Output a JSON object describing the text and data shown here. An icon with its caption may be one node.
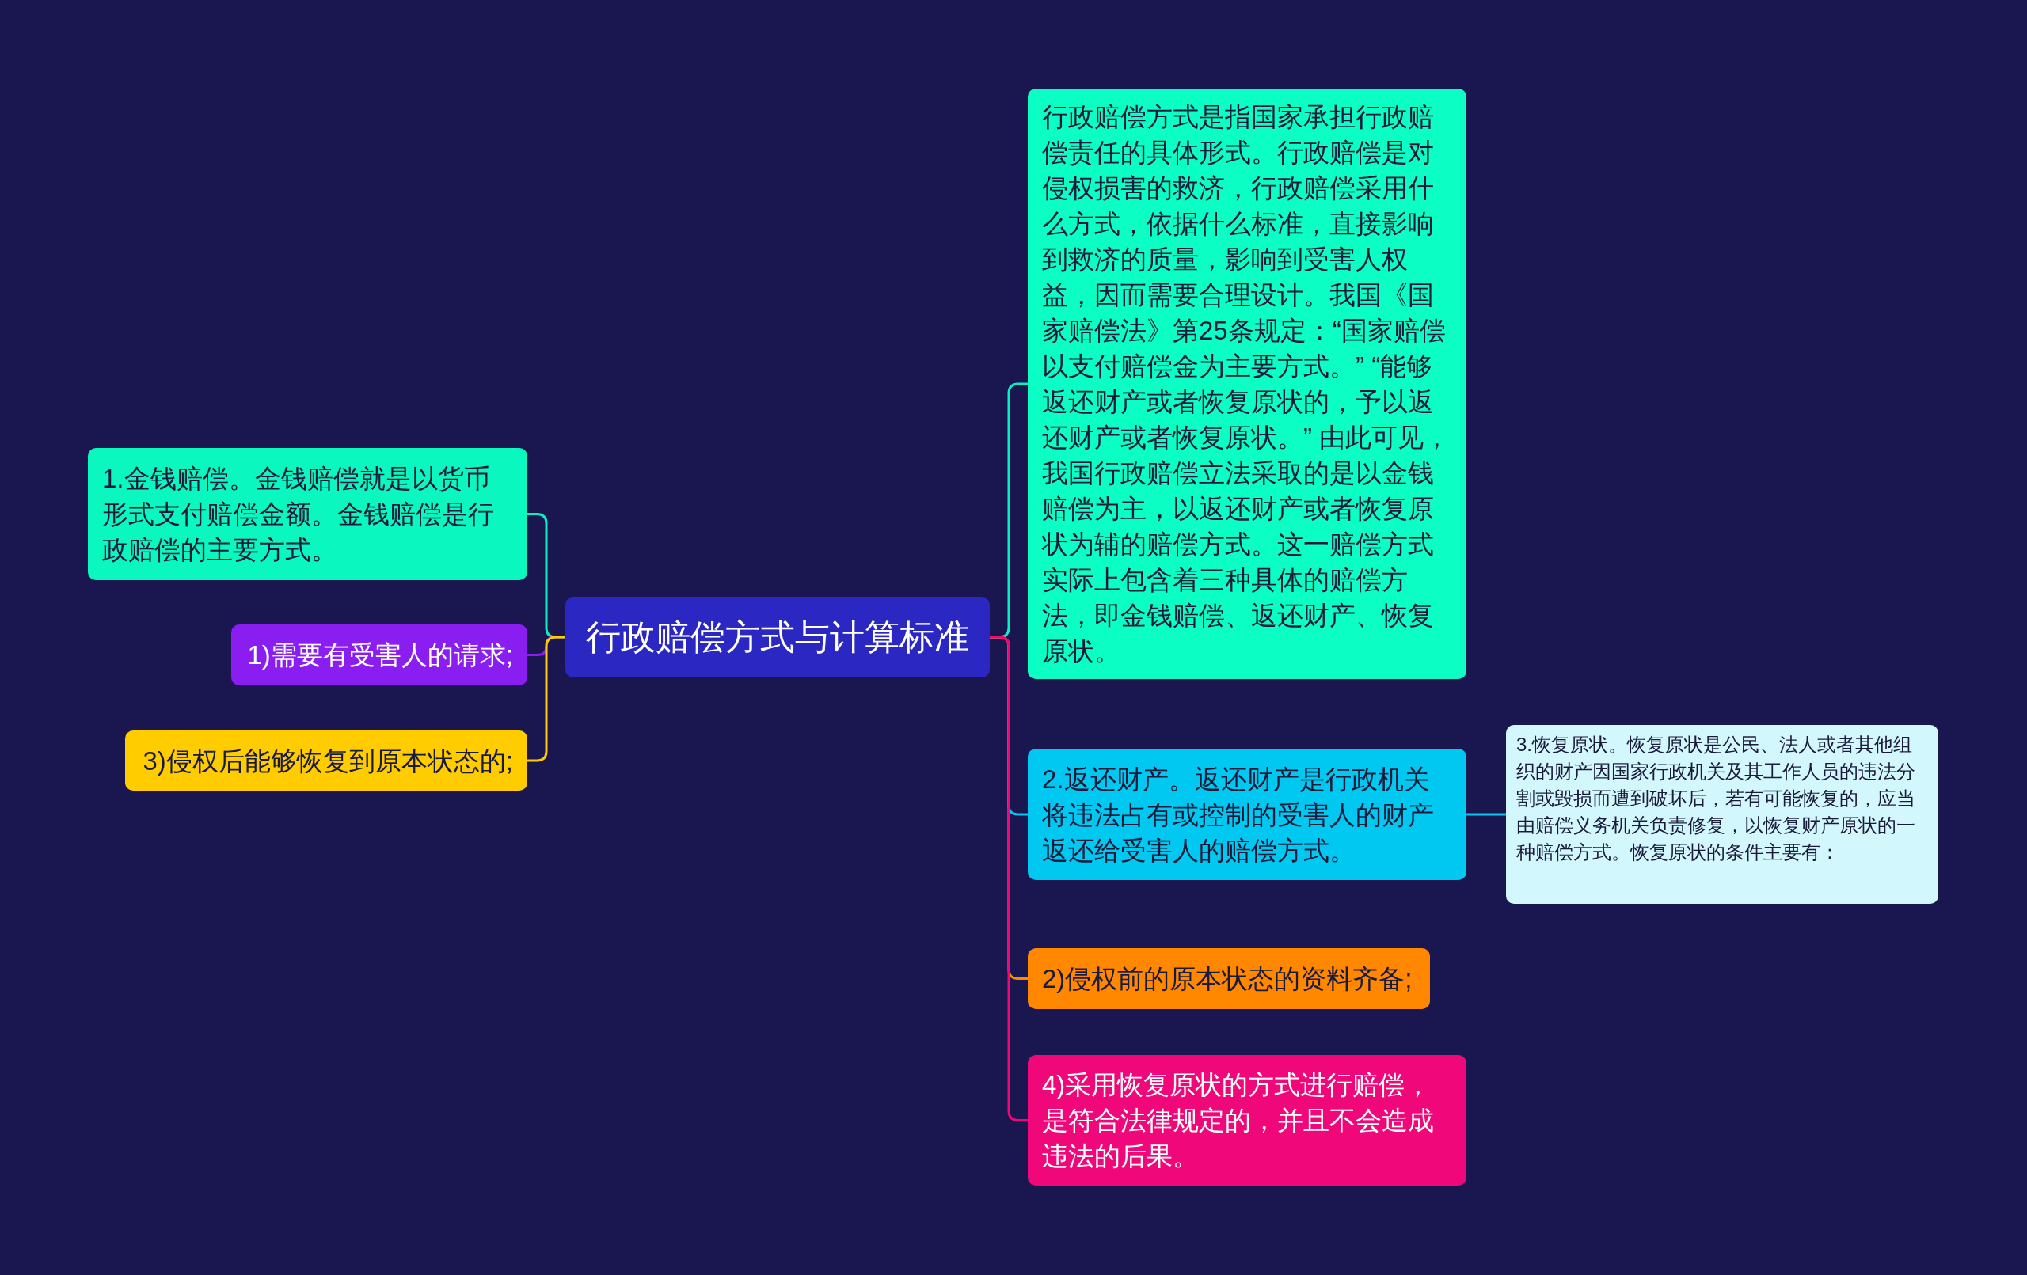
{
  "diagram": {
    "nodes": [
      {
        "text": [
          "行政赔偿方式与计算标准"
        ]
      },
      {
        "text": [
          "1.金钱赔偿。金钱赔偿就是以货币形式支付赔偿金额。金钱赔偿是行政赔偿的主要方式。"
        ]
      },
      {
        "text": [
          "1)需要有受害人的请求;"
        ]
      },
      {
        "text": [
          "3)侵权后能够恢复到原本状态的;"
        ]
      },
      {
        "text": [
          "行政赔偿方式是指国家承担行政赔偿责任的具体形式。行政赔偿是对侵权损害的救济，行政赔偿采用什么方式，依据什么标准，直接影响到救济的质量，影响到受害人权益，因而需要合理设计。我国《国家赔偿法》第25条规定：“国家赔偿以支付赔偿金为主要方式。” “能够返还财产或者恢复原状的，予以返还财产或者恢复原状。” 由此可见，我国行政赔偿立法采取的是以金钱赔偿为主，以返还财产或者恢复原状为辅的赔偿方式。这一赔偿方式实际上包含着三种具体的赔偿方法，即金钱赔偿、返还财产、恢复原状。"
        ]
      },
      {
        "text": [
          "2.返还财产。返还财产是行政机关将违法占有或控制的受害人的财产返还给受害人的赔偿方式。"
        ]
      },
      {
        "text": [
          "3.恢复原状。恢复原状是公民、法人或者其他组织的财产因国家行政机关及其工作人员的违法分割或毁损而遭到破坏后，若有可能恢复的，应当由赔偿义务机关负责修复，以恢复财产原状的一种赔偿方式。恢复原状的条件主要有："
        ]
      },
      {
        "text": [
          "2)侵权前的原本状态的资料齐备;"
        ]
      },
      {
        "text": [
          "4)采用恢复原状的方式进行赔偿，是符合法律规定的，并且不会造成违法的后果。"
        ]
      }
    ],
    "edges": [
      {
        "from": 0,
        "to": 1,
        "arrow": "none",
        "color": "#0bf0c0"
      },
      {
        "from": 0,
        "to": 2,
        "arrow": "none",
        "color": "#8a1ef0"
      },
      {
        "from": 0,
        "to": 3,
        "arrow": "none",
        "color": "#ffcc00"
      },
      {
        "from": 0,
        "to": 4,
        "arrow": "none",
        "color": "#0bf0c0"
      },
      {
        "from": 0,
        "to": 5,
        "arrow": "none",
        "color": "#00c8f0"
      },
      {
        "from": 5,
        "to": 6,
        "arrow": "none",
        "color": "#00c8f0"
      },
      {
        "from": 0,
        "to": 7,
        "arrow": "none",
        "color": "#ff8800"
      },
      {
        "from": 0,
        "to": 8,
        "arrow": "none",
        "color": "#f0087a"
      }
    ]
  }
}
